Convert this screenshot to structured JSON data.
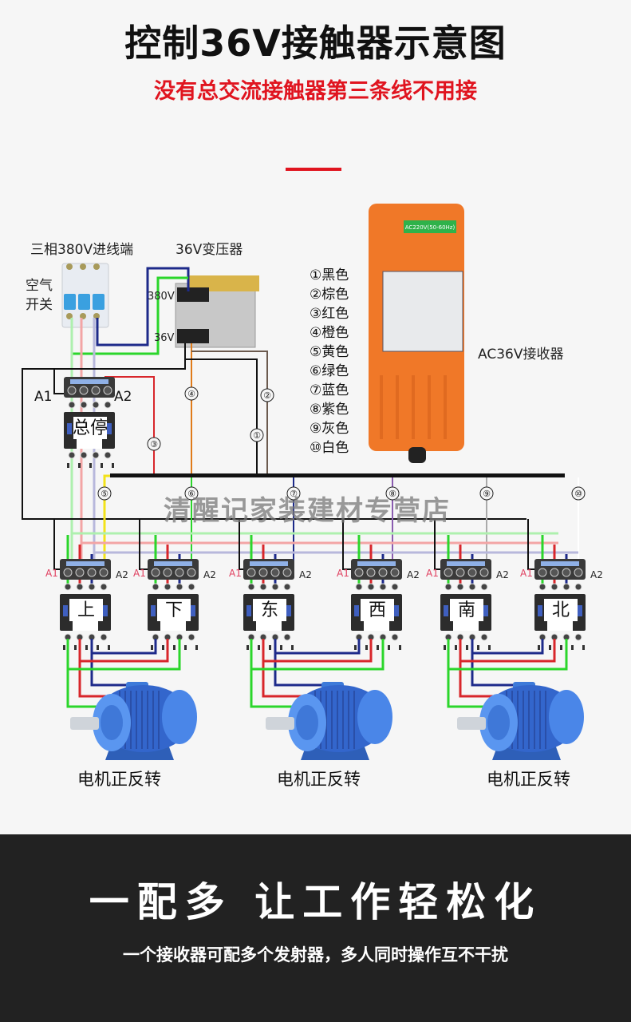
{
  "header": {
    "title": "控制36V接触器示意图",
    "subtitle": "没有总交流接触器第三条线不用接"
  },
  "labels": {
    "three_phase_input": "三相380V进线端",
    "transformer": "36V变压器",
    "air_switch": [
      "空气",
      "开关"
    ],
    "transformer_primary": "380V",
    "transformer_secondary": "36V",
    "receiver": "AC36V接收器",
    "receiver_sticker": "AC220V(50-60Hz)",
    "a1": "A1",
    "a2": "A2"
  },
  "wire_legend": [
    {
      "num": "①",
      "name": "黑色",
      "color": "#111111"
    },
    {
      "num": "②",
      "name": "棕色",
      "color": "#6b5a4e"
    },
    {
      "num": "③",
      "name": "红色",
      "color": "#d8262b"
    },
    {
      "num": "④",
      "name": "橙色",
      "color": "#e07b1a"
    },
    {
      "num": "⑤",
      "name": "黄色",
      "color": "#f2e21a"
    },
    {
      "num": "⑥",
      "name": "绿色",
      "color": "#2bd62b"
    },
    {
      "num": "⑦",
      "name": "蓝色",
      "color": "#1d2a8a"
    },
    {
      "num": "⑧",
      "name": "紫色",
      "color": "#8a5cb0"
    },
    {
      "num": "⑨",
      "name": "灰色",
      "color": "#aaaaaa"
    },
    {
      "num": "⑩",
      "name": "白色",
      "color": "#ffffff"
    }
  ],
  "contactors": {
    "main": "总停",
    "directions": [
      "上",
      "下",
      "东",
      "西",
      "南",
      "北"
    ]
  },
  "motors": [
    "电机正反转",
    "电机正反转",
    "电机正反转"
  ],
  "watermark": "清醒记家装建材专营店",
  "footer": {
    "title": "一配多 让工作轻松化",
    "subtitle": "一个接收器可配多个发射器，多人同时操作互不干扰"
  }
}
